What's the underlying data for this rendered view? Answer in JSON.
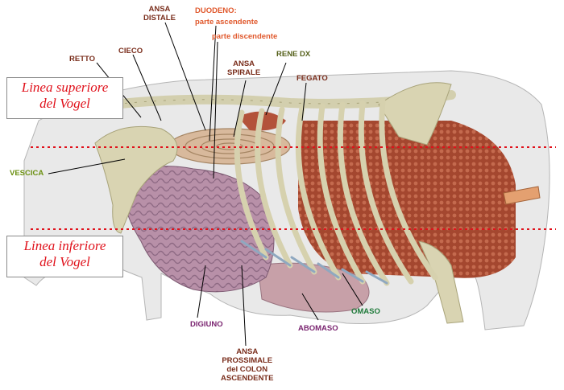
{
  "labels": {
    "retto": "RETTO",
    "cieco": "CIECO",
    "ansa_distale_1": "ANSA",
    "ansa_distale_2": "DISTALE",
    "duodeno": "DUODENO:",
    "parte_ascendente": "parte ascendente",
    "parte_discendente": "parte discendente",
    "ansa_spirale_1": "ANSA",
    "ansa_spirale_2": "SPIRALE",
    "rene_dx": "RENE DX",
    "fegato": "FEGATO",
    "vescica": "VESCICA",
    "digiuno": "DIGIUNO",
    "omaso": "OMASO",
    "abomaso": "ABOMASO",
    "ansa_prossimale_1": "ANSA",
    "ansa_prossimale_2": "PROSSIMALE",
    "ansa_prossimale_3": "del COLON",
    "ansa_prossimale_4": "ASCENDENTE"
  },
  "vogel": {
    "upper_1": "Linea superiore",
    "upper_2": "del Vogel",
    "lower_1": "Linea inferiore",
    "lower_2": "del Vogel"
  },
  "colors": {
    "vogel_line": "#e0111b",
    "label_brown": "#7a2e1c",
    "label_orange": "#e0582c",
    "label_green": "#1f7a3a",
    "label_purple": "#7a2470"
  }
}
